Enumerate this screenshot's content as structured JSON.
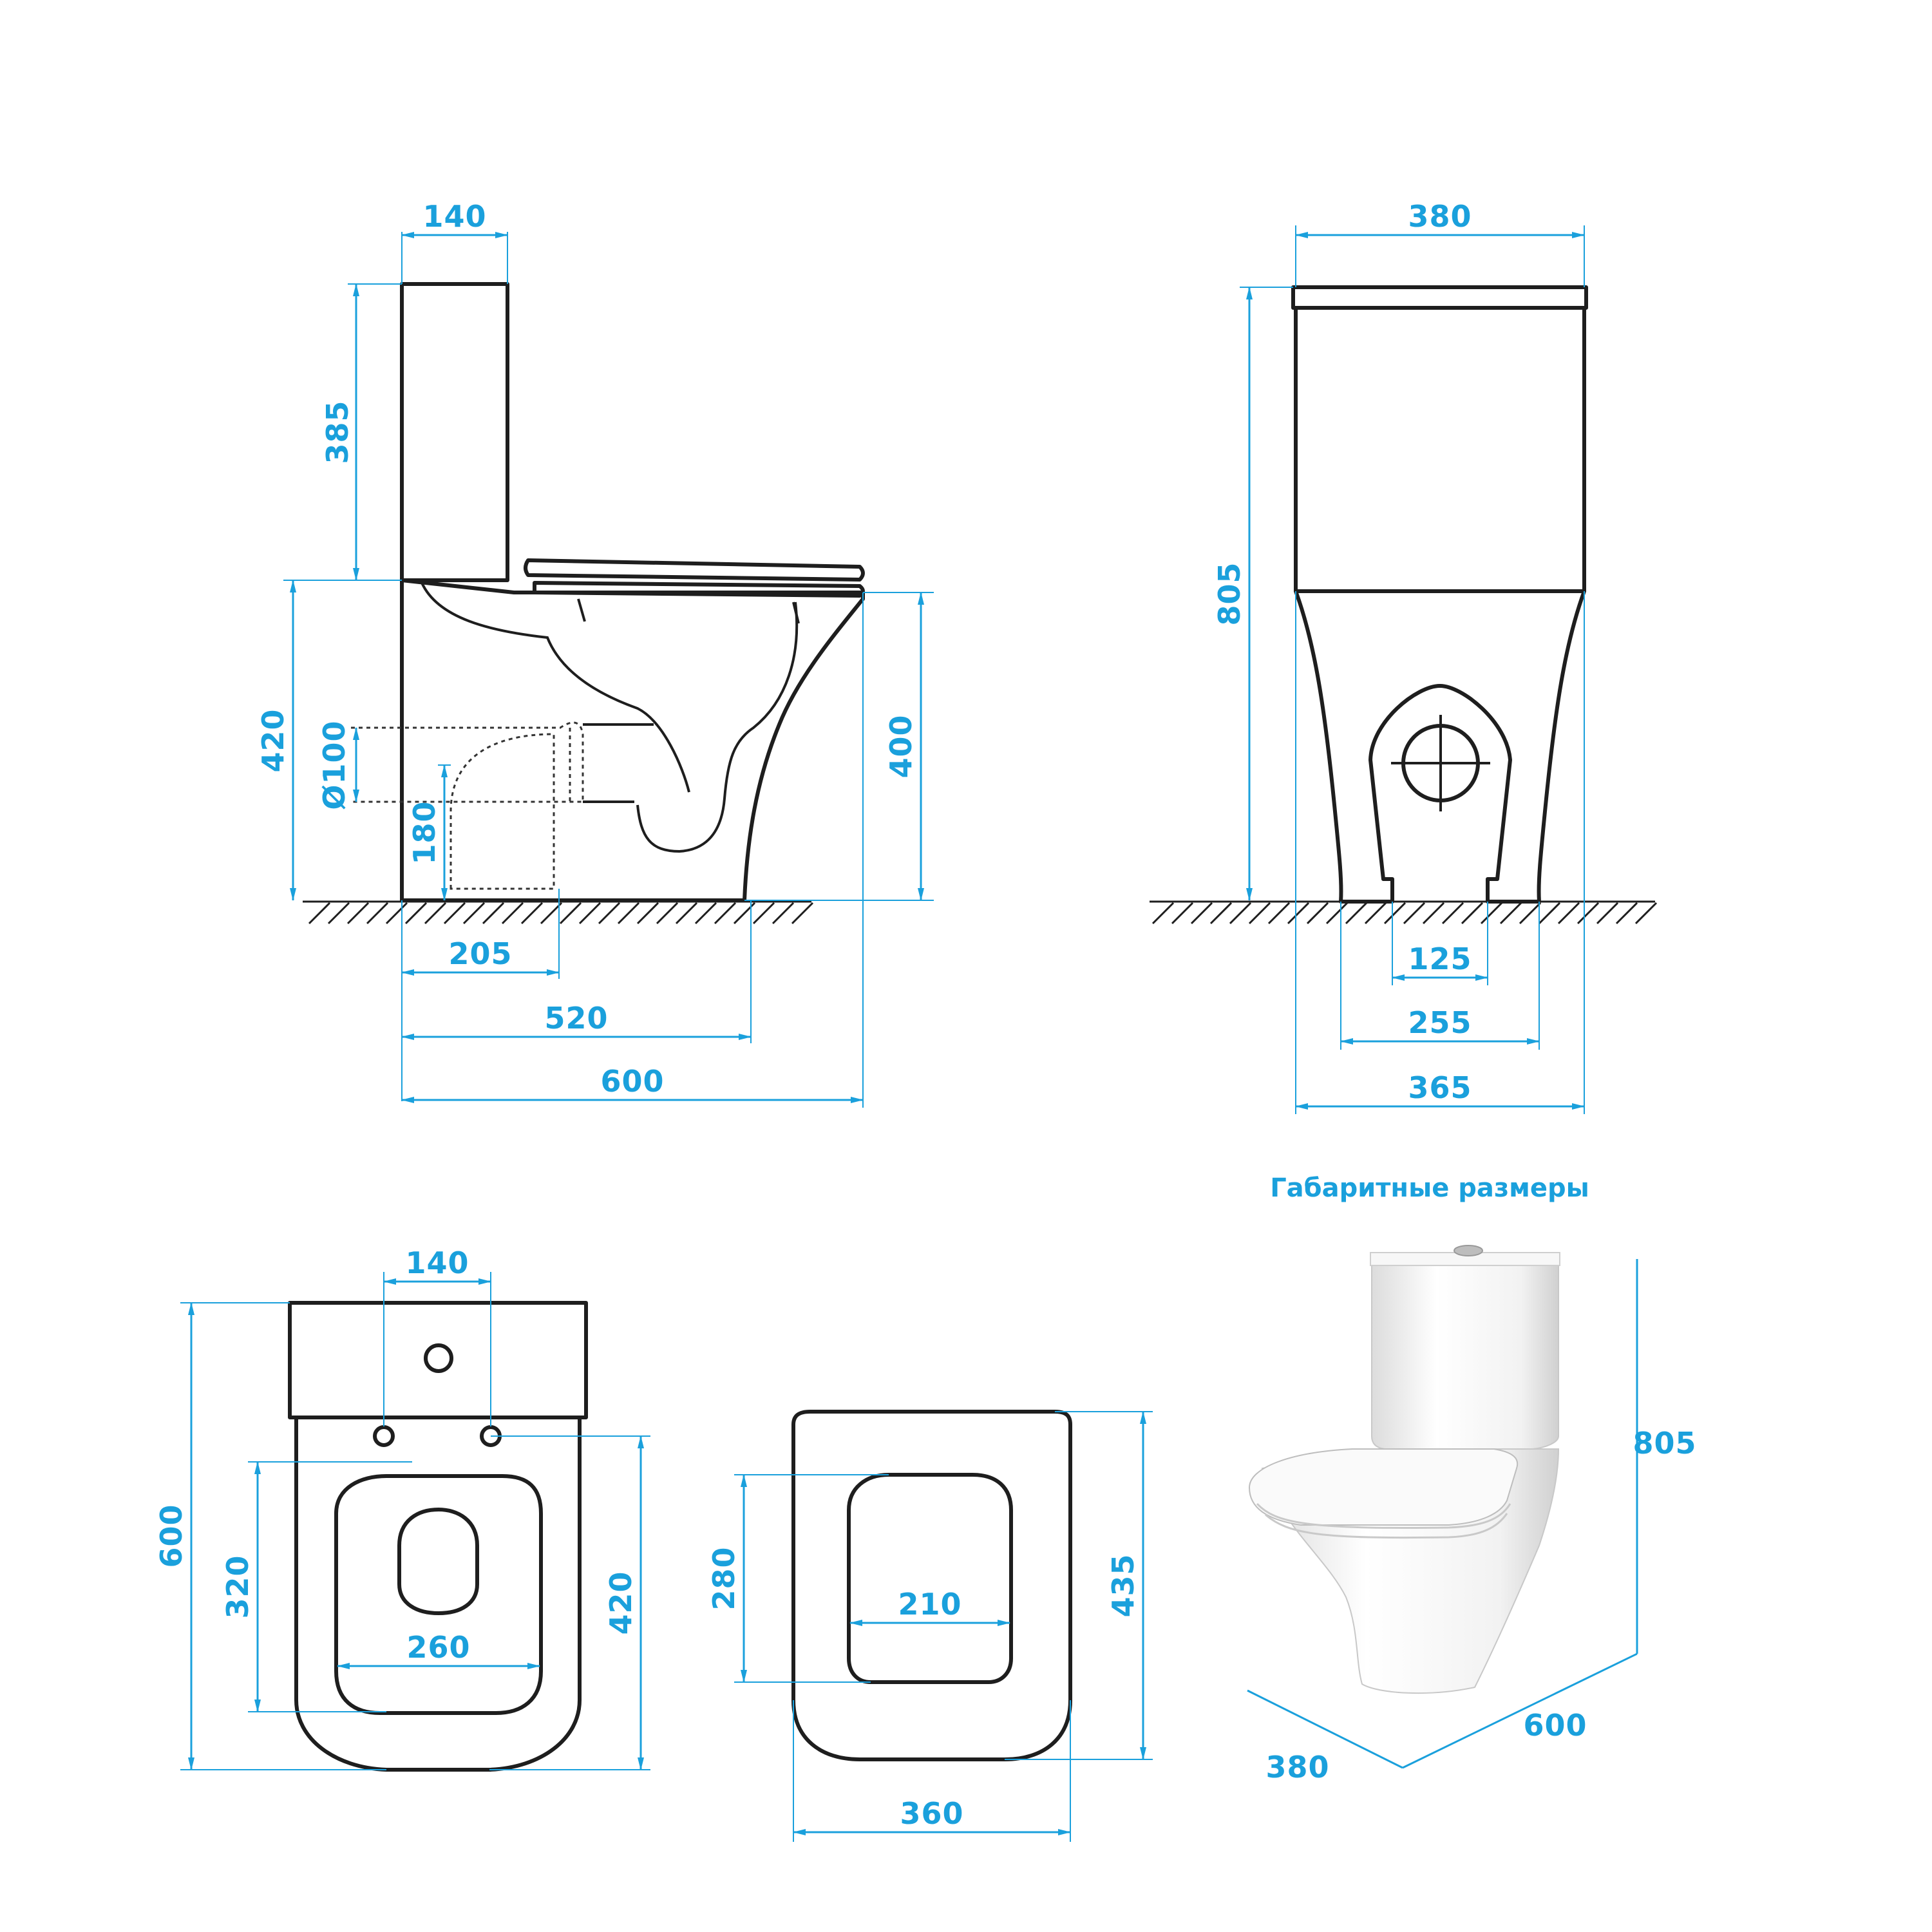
{
  "caption": "Габаритные размеры",
  "colors": {
    "dimension": "#1aa0dc",
    "outline": "#1e1e1e"
  },
  "side_view": {
    "tank_depth": "140",
    "tank_height": "385",
    "bowl_height": "420",
    "outlet_diameter": "Ø100",
    "outlet_center_height": "180",
    "rim_height": "400",
    "outlet_offset": "205",
    "base_length": "520",
    "total_length": "600"
  },
  "front_view": {
    "tank_width": "380",
    "total_height": "805",
    "foot_gap": "125",
    "foot_width": "255",
    "base_width": "365"
  },
  "top_view": {
    "hole_spacing": "140",
    "total_length": "600",
    "seat_opening_length": "320",
    "bowl_length": "420",
    "seat_opening_width": "260"
  },
  "seat_view": {
    "opening_length": "280",
    "opening_width": "210",
    "seat_length": "435",
    "seat_width": "360"
  },
  "overall_view": {
    "height": "805",
    "depth": "600",
    "width": "380"
  }
}
